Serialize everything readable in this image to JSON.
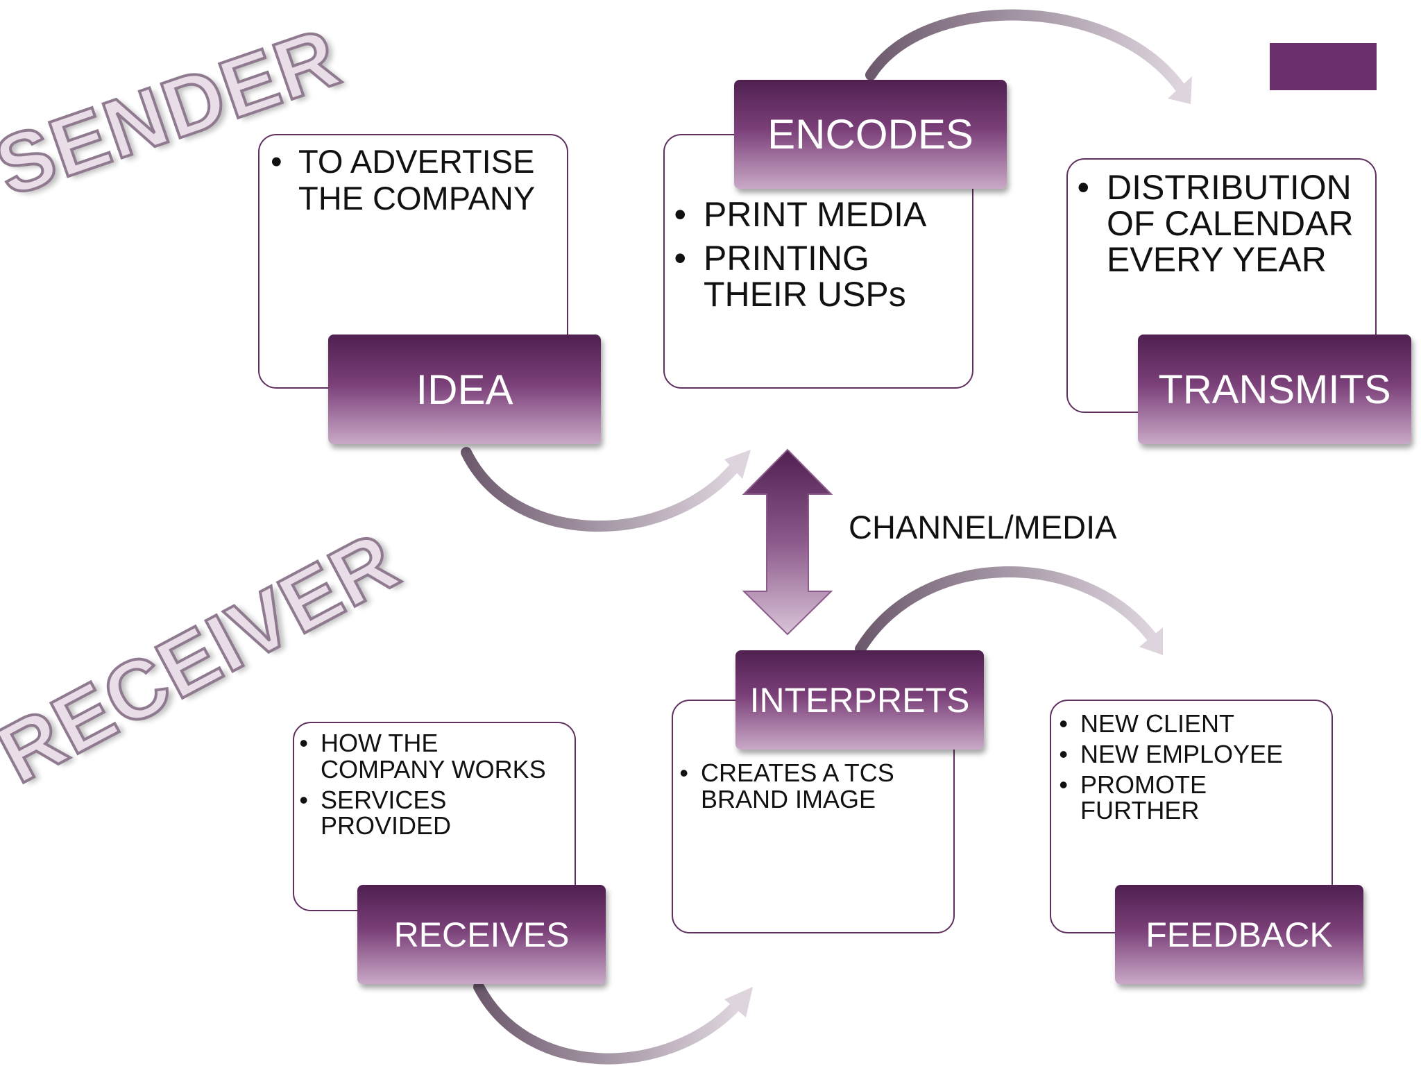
{
  "wordart": {
    "sender": "SENDER",
    "receiver": "RECEIVER"
  },
  "idea": {
    "label": "IDEA",
    "items": [
      "TO ADVERTISE THE COMPANY"
    ]
  },
  "encodes": {
    "label": "ENCODES",
    "items": [
      "PRINT MEDIA",
      "PRINTING THEIR USPs"
    ]
  },
  "transmits": {
    "label": "TRANSMITS",
    "items": [
      "DISTRIBUTION OF CALENDAR EVERY YEAR"
    ]
  },
  "channel": {
    "label": "CHANNEL/MEDIA"
  },
  "receives": {
    "label": "RECEIVES",
    "items": [
      "HOW THE COMPANY WORKS",
      "SERVICES PROVIDED"
    ]
  },
  "interprets": {
    "label": "INTERPRETS",
    "items": [
      "CREATES A TCS BRAND IMAGE"
    ]
  },
  "feedback": {
    "label": "FEEDBACK",
    "items": [
      "NEW CLIENT",
      "NEW EMPLOYEE",
      "PROMOTE FURTHER"
    ]
  },
  "colors": {
    "primary": "#6a2f6b",
    "label_dark": "#4f2050",
    "label_light": "#c9a9c7",
    "border": "#5f2f5f"
  }
}
